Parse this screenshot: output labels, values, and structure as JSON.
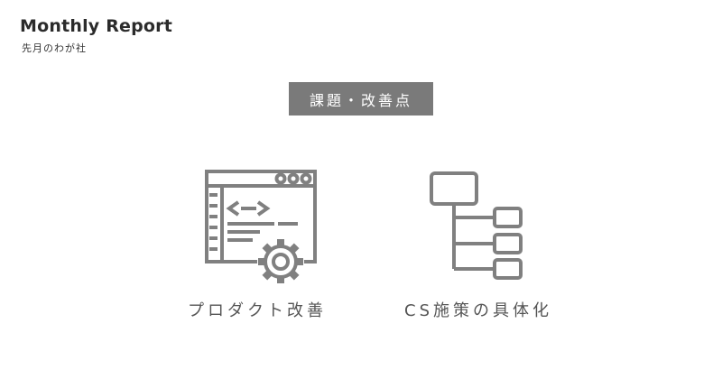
{
  "header": {
    "title": "Monthly Report",
    "subtitle": "先月のわが社"
  },
  "badge": {
    "label": "課題・改善点"
  },
  "items": [
    {
      "icon": "web-code-settings-icon",
      "label": "プロダクト改善"
    },
    {
      "icon": "hierarchy-tree-icon",
      "label": "CS施策の具体化"
    }
  ],
  "colors": {
    "icon": "#808080",
    "badge_bg": "#7a7a7a",
    "text": "#333333"
  }
}
